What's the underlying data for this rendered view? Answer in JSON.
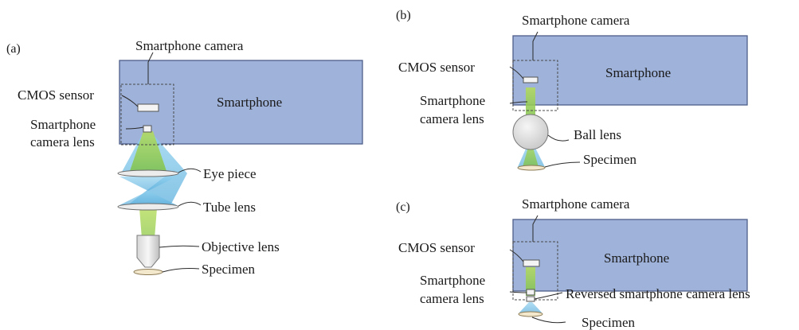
{
  "panel_a": {
    "panel_label": "(a)",
    "smartphone_camera": "Smartphone camera",
    "smartphone": "Smartphone",
    "cmos_sensor": "CMOS sensor",
    "camera_lens_line1": "Smartphone",
    "camera_lens_line2": "camera lens",
    "eye_piece": "Eye piece",
    "tube_lens": "Tube lens",
    "objective_lens": "Objective lens",
    "specimen": "Specimen"
  },
  "panel_b": {
    "panel_label": "(b)",
    "smartphone_camera": "Smartphone camera",
    "smartphone": "Smartphone",
    "cmos_sensor": "CMOS sensor",
    "camera_lens_line1": "Smartphone",
    "camera_lens_line2": "camera lens",
    "ball_lens": "Ball lens",
    "specimen": "Specimen"
  },
  "panel_c": {
    "panel_label": "(c)",
    "smartphone_camera": "Smartphone camera",
    "smartphone": "Smartphone",
    "cmos_sensor": "CMOS sensor",
    "camera_lens_line1": "Smartphone",
    "camera_lens_line2": "camera lens",
    "reversed_lens": "Reversed smartphone camera lens",
    "specimen": "Specimen"
  },
  "colors": {
    "smartphone_body": "#9fb2d9",
    "light_blue": "#6fb8e0",
    "light_green": "#8cc63f"
  }
}
